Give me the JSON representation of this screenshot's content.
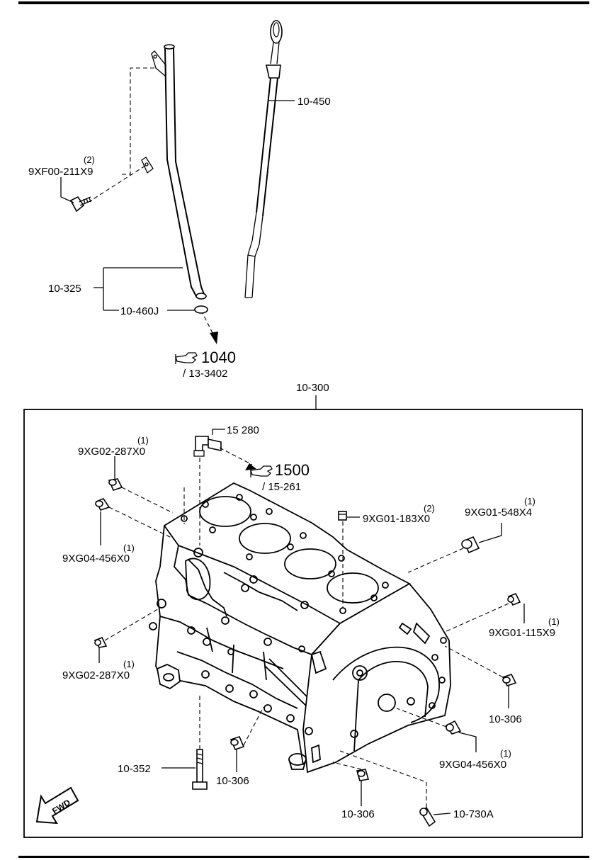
{
  "dipstick_section": {
    "parts": {
      "dipstick": "10-450",
      "bolt_qty": "(2)",
      "bolt": "9XF00-211X9",
      "dipstick_tube": "10-325",
      "o_ring": "10-460J"
    },
    "ref": {
      "number": "1040",
      "sub": "/ 13-3402"
    }
  },
  "block_section": {
    "assembly_label": "10-300",
    "parts": {
      "hose_fitting": "15 280",
      "plug_a_qty": "(1)",
      "plug_a": "9XG02-287X0",
      "plug_b_qty": "(1)",
      "plug_b": "9XG04-456X0",
      "plug_c_qty": "(2)",
      "plug_c": "9XG01-183X0",
      "plug_d_qty": "(1)",
      "plug_d": "9XG01-548X4",
      "plug_e_qty": "(1)",
      "plug_e": "9XG01-115X9",
      "plug_f_qty": "(1)",
      "plug_f": "9XG02-287X0",
      "pin_right": "10-306",
      "plug_g_qty": "(1)",
      "plug_g": "9XG04-456X0",
      "bolt": "10-352",
      "pin_front": "10-306",
      "pin_bottom": "10-306",
      "jet": "10-730A"
    },
    "ref": {
      "number": "1500",
      "sub": "/ 15-261"
    },
    "fwd_label": "FWD"
  }
}
